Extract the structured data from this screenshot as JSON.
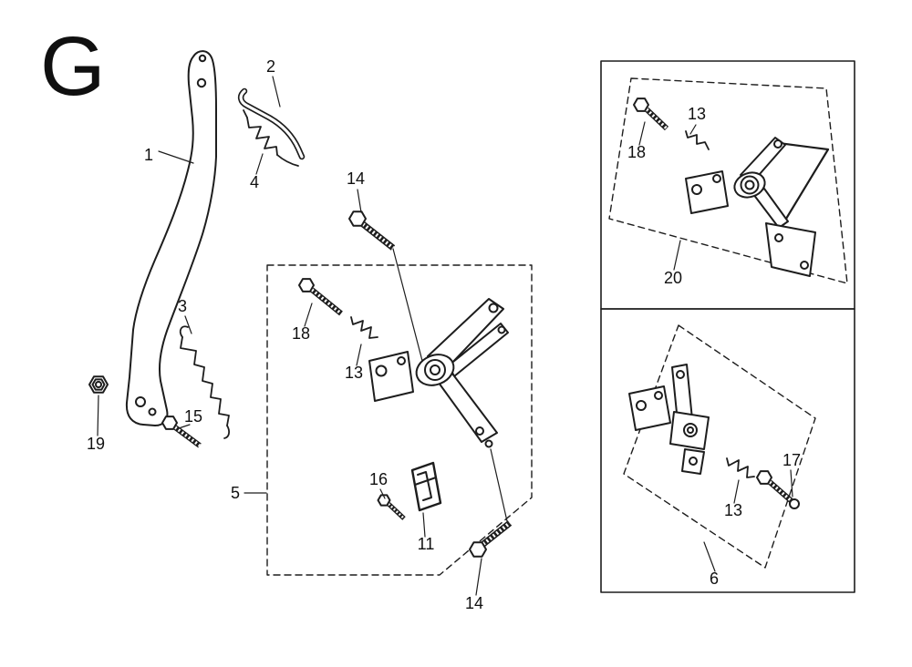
{
  "colors": {
    "background": "#ffffff",
    "line": "#1d1d1d",
    "text": "#101010"
  },
  "section": {
    "letter": "G"
  },
  "callouts": {
    "c1": "1",
    "c2": "2",
    "c3": "3",
    "c4": "4",
    "c5": "5",
    "c6": "6",
    "c11": "11",
    "c13_center": "13",
    "c13_top_right": "13",
    "c13_bottom_right": "13",
    "c14_top": "14",
    "c14_bottom": "14",
    "c15": "15",
    "c16": "16",
    "c17": "17",
    "c18_center": "18",
    "c18_top_right": "18",
    "c19": "19",
    "c20": "20"
  }
}
